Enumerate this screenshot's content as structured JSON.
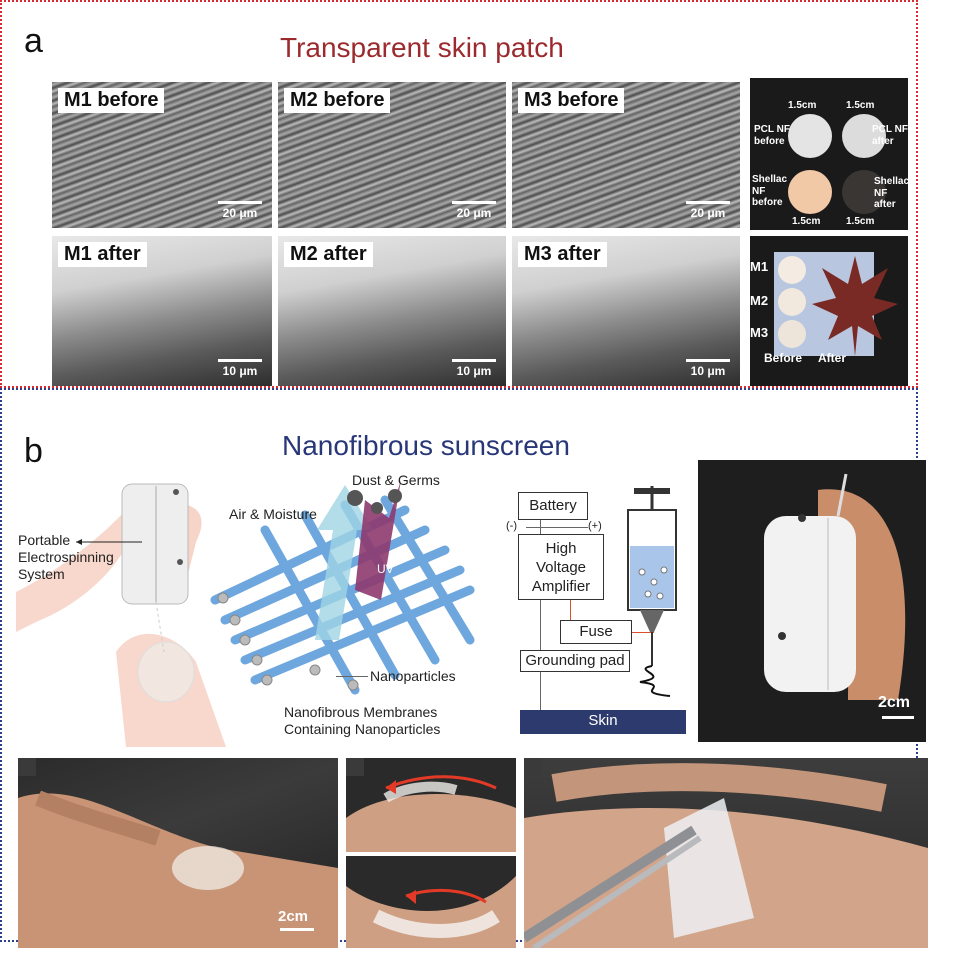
{
  "panel_a": {
    "letter": "a",
    "title": "Transparent skin patch",
    "sem_images": [
      {
        "label": "M1 before",
        "scale": "20 μm"
      },
      {
        "label": "M2 before",
        "scale": "20 μm"
      },
      {
        "label": "M3 before",
        "scale": "20 μm"
      },
      {
        "label": "M1 after",
        "scale": "10 μm"
      },
      {
        "label": "M2 after",
        "scale": "10 μm"
      },
      {
        "label": "M3 after",
        "scale": "10 μm"
      }
    ],
    "disc_photo": {
      "dim_top_left": "1.5cm",
      "dim_top_right": "1.5cm",
      "dim_bottom_left": "1.5cm",
      "dim_bottom_right": "1.5cm",
      "pcl_before_1": "PCL NF",
      "pcl_before_2": "before",
      "pcl_after_1": "PCL NF",
      "pcl_after_2": "after",
      "shellac_before_1": "Shellac",
      "shellac_before_2": "NF",
      "shellac_before_3": "before",
      "shellac_after_1": "Shellac",
      "shellac_after_2": "NF",
      "shellac_after_3": "after"
    },
    "leaf_photo": {
      "m1": "M1",
      "m2": "M2",
      "m3": "M3",
      "before": "Before",
      "after": "After"
    }
  },
  "panel_b": {
    "letter": "b",
    "title": "Nanofibrous sunscreen",
    "illustration": {
      "portable_1": "Portable",
      "portable_2": "Electrospinning",
      "portable_3": "System",
      "air_moisture": "Air & Moisture",
      "dust_germs": "Dust & Germs",
      "uv": "UV",
      "nanoparticles": "Nanoparticles",
      "membranes_1": "Nanofibrous Membranes",
      "membranes_2": "Containing Nanoparticles"
    },
    "circuit": {
      "battery": "Battery",
      "minus": "(-)",
      "plus": "(+)",
      "amplifier_1": "High",
      "amplifier_2": "Voltage",
      "amplifier_3": "Amplifier",
      "fuse": "Fuse",
      "grounding_pad": "Grounding pad",
      "skin": "Skin"
    },
    "device_scale": "2cm",
    "hand_scale": "2cm"
  }
}
